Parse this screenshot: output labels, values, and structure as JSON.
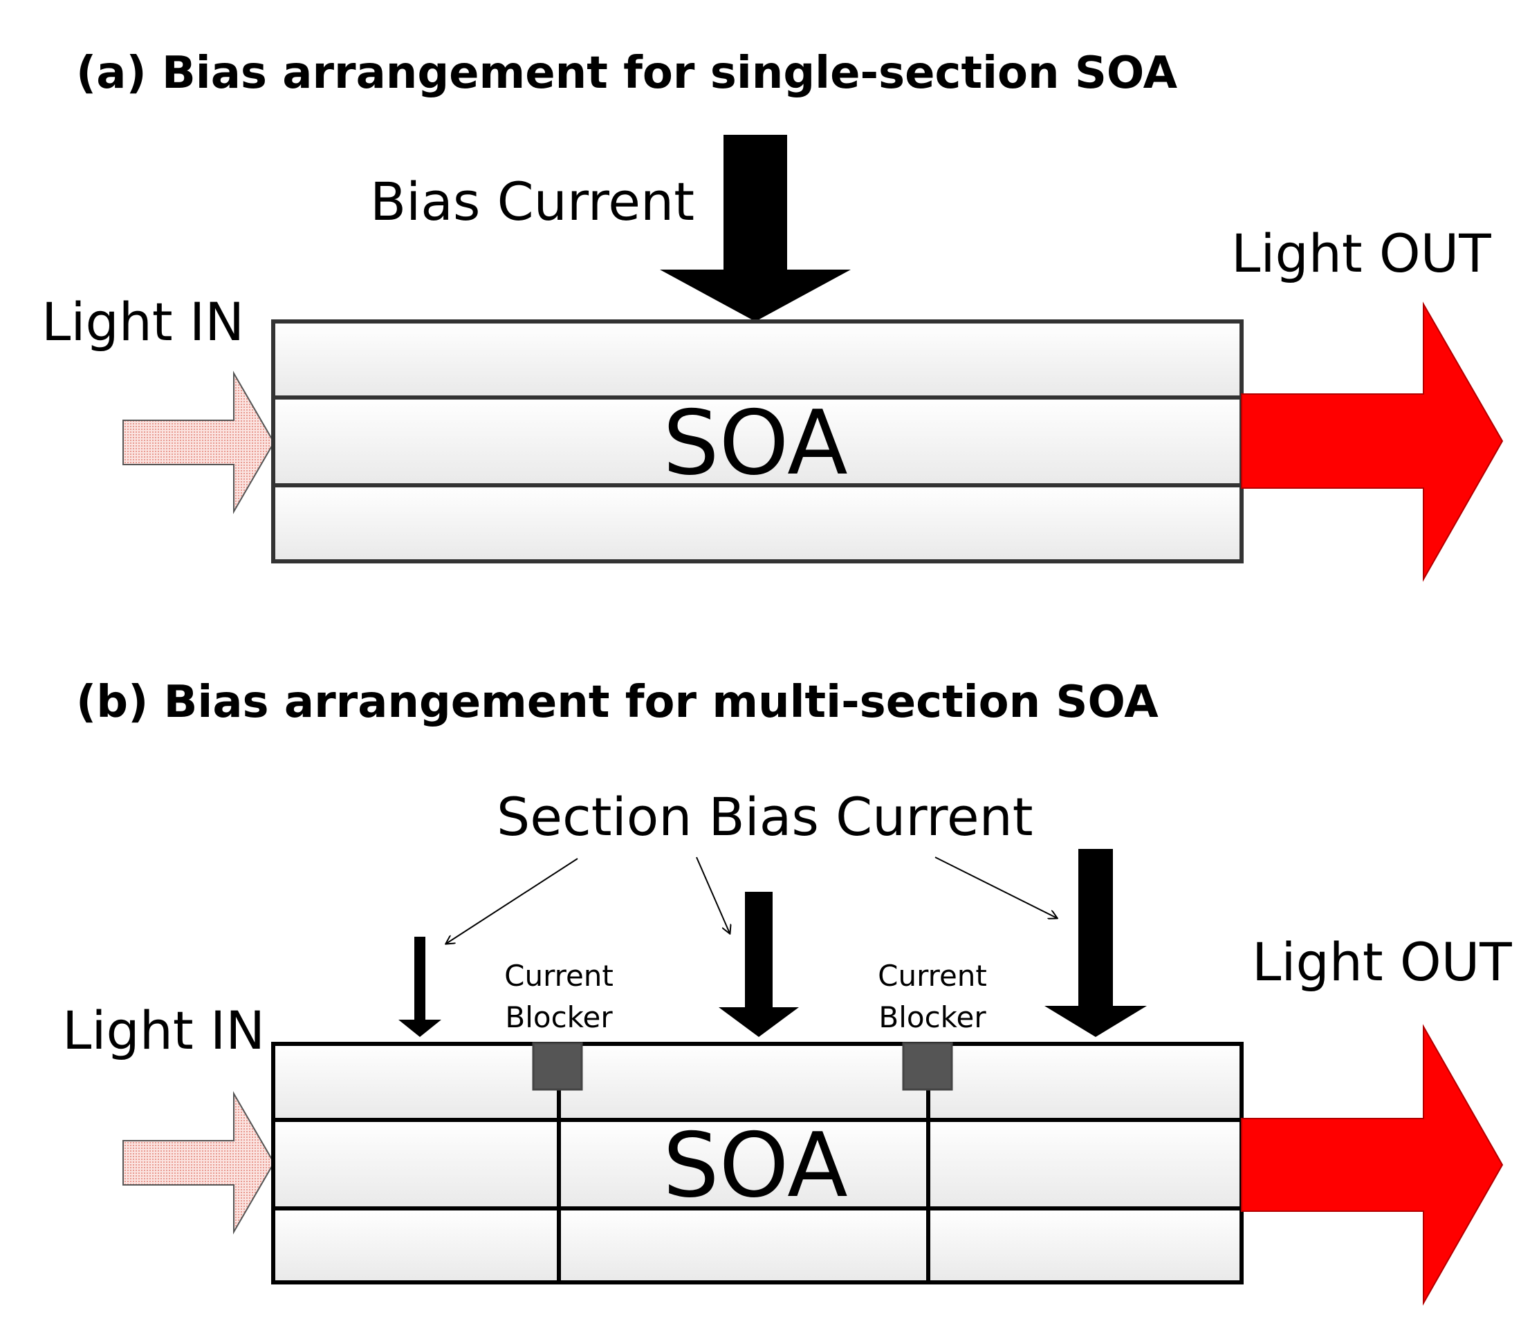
{
  "panel_a": {
    "title": "(a) Bias arrangement for single-section SOA",
    "bias_label": "Bias Current",
    "light_in": "Light IN",
    "light_out": "Light OUT",
    "soa_label": "SOA"
  },
  "panel_b": {
    "title": "(b) Bias arrangement for multi-section SOA",
    "bias_label": "Section Bias Current",
    "light_in": "Light IN",
    "light_out": "Light OUT",
    "soa_label": "SOA",
    "blocker_line1": "Current",
    "blocker_line2": "Blocker"
  },
  "colors": {
    "output_arrow": "#ff0000",
    "input_arrow": "#f6c9c4",
    "blocker": "#555555"
  }
}
